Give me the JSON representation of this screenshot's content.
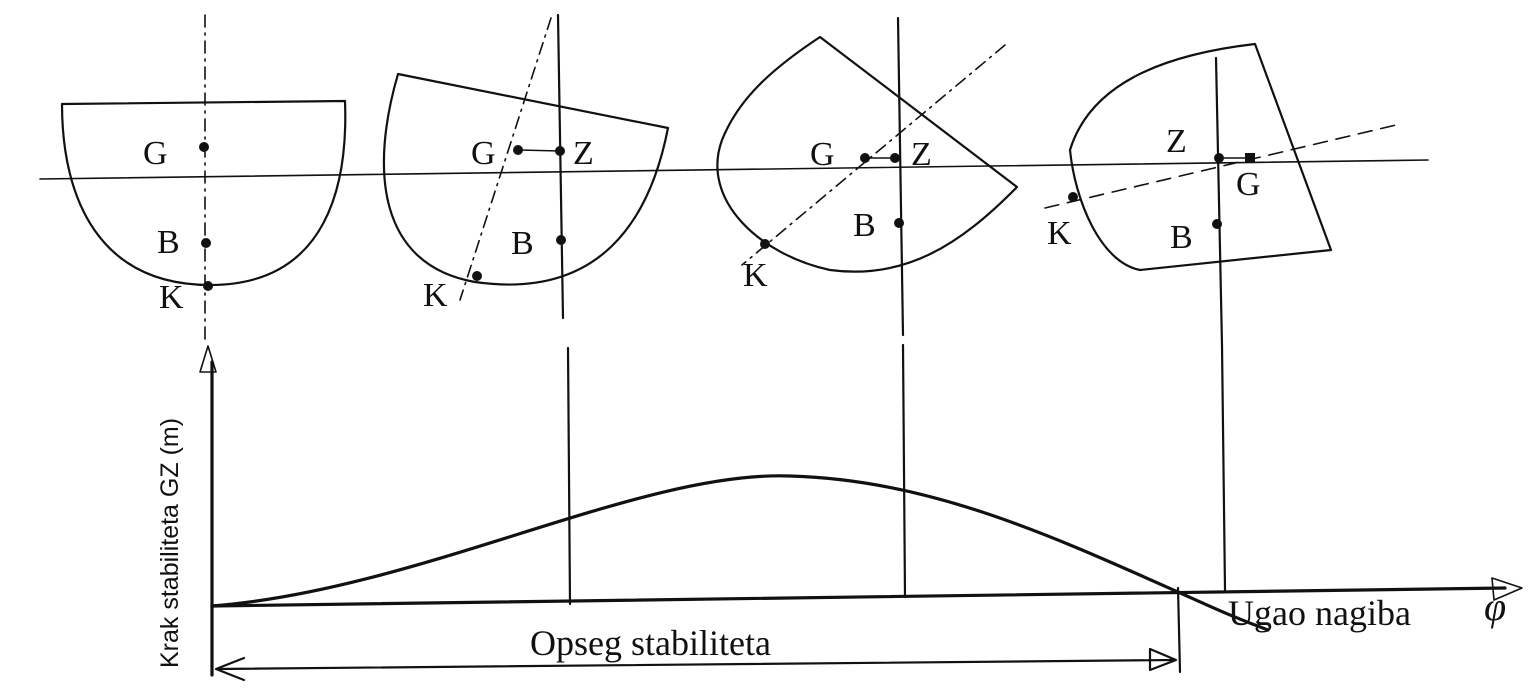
{
  "labels": {
    "g": "G",
    "z": "Z",
    "b": "B",
    "k": "K"
  },
  "axis": {
    "ylabel": "Krak stabiliteta GZ (m)",
    "xlabel": "Ugao nagiba",
    "phi": "φ"
  },
  "range_label": "Opseg stabiliteta"
}
